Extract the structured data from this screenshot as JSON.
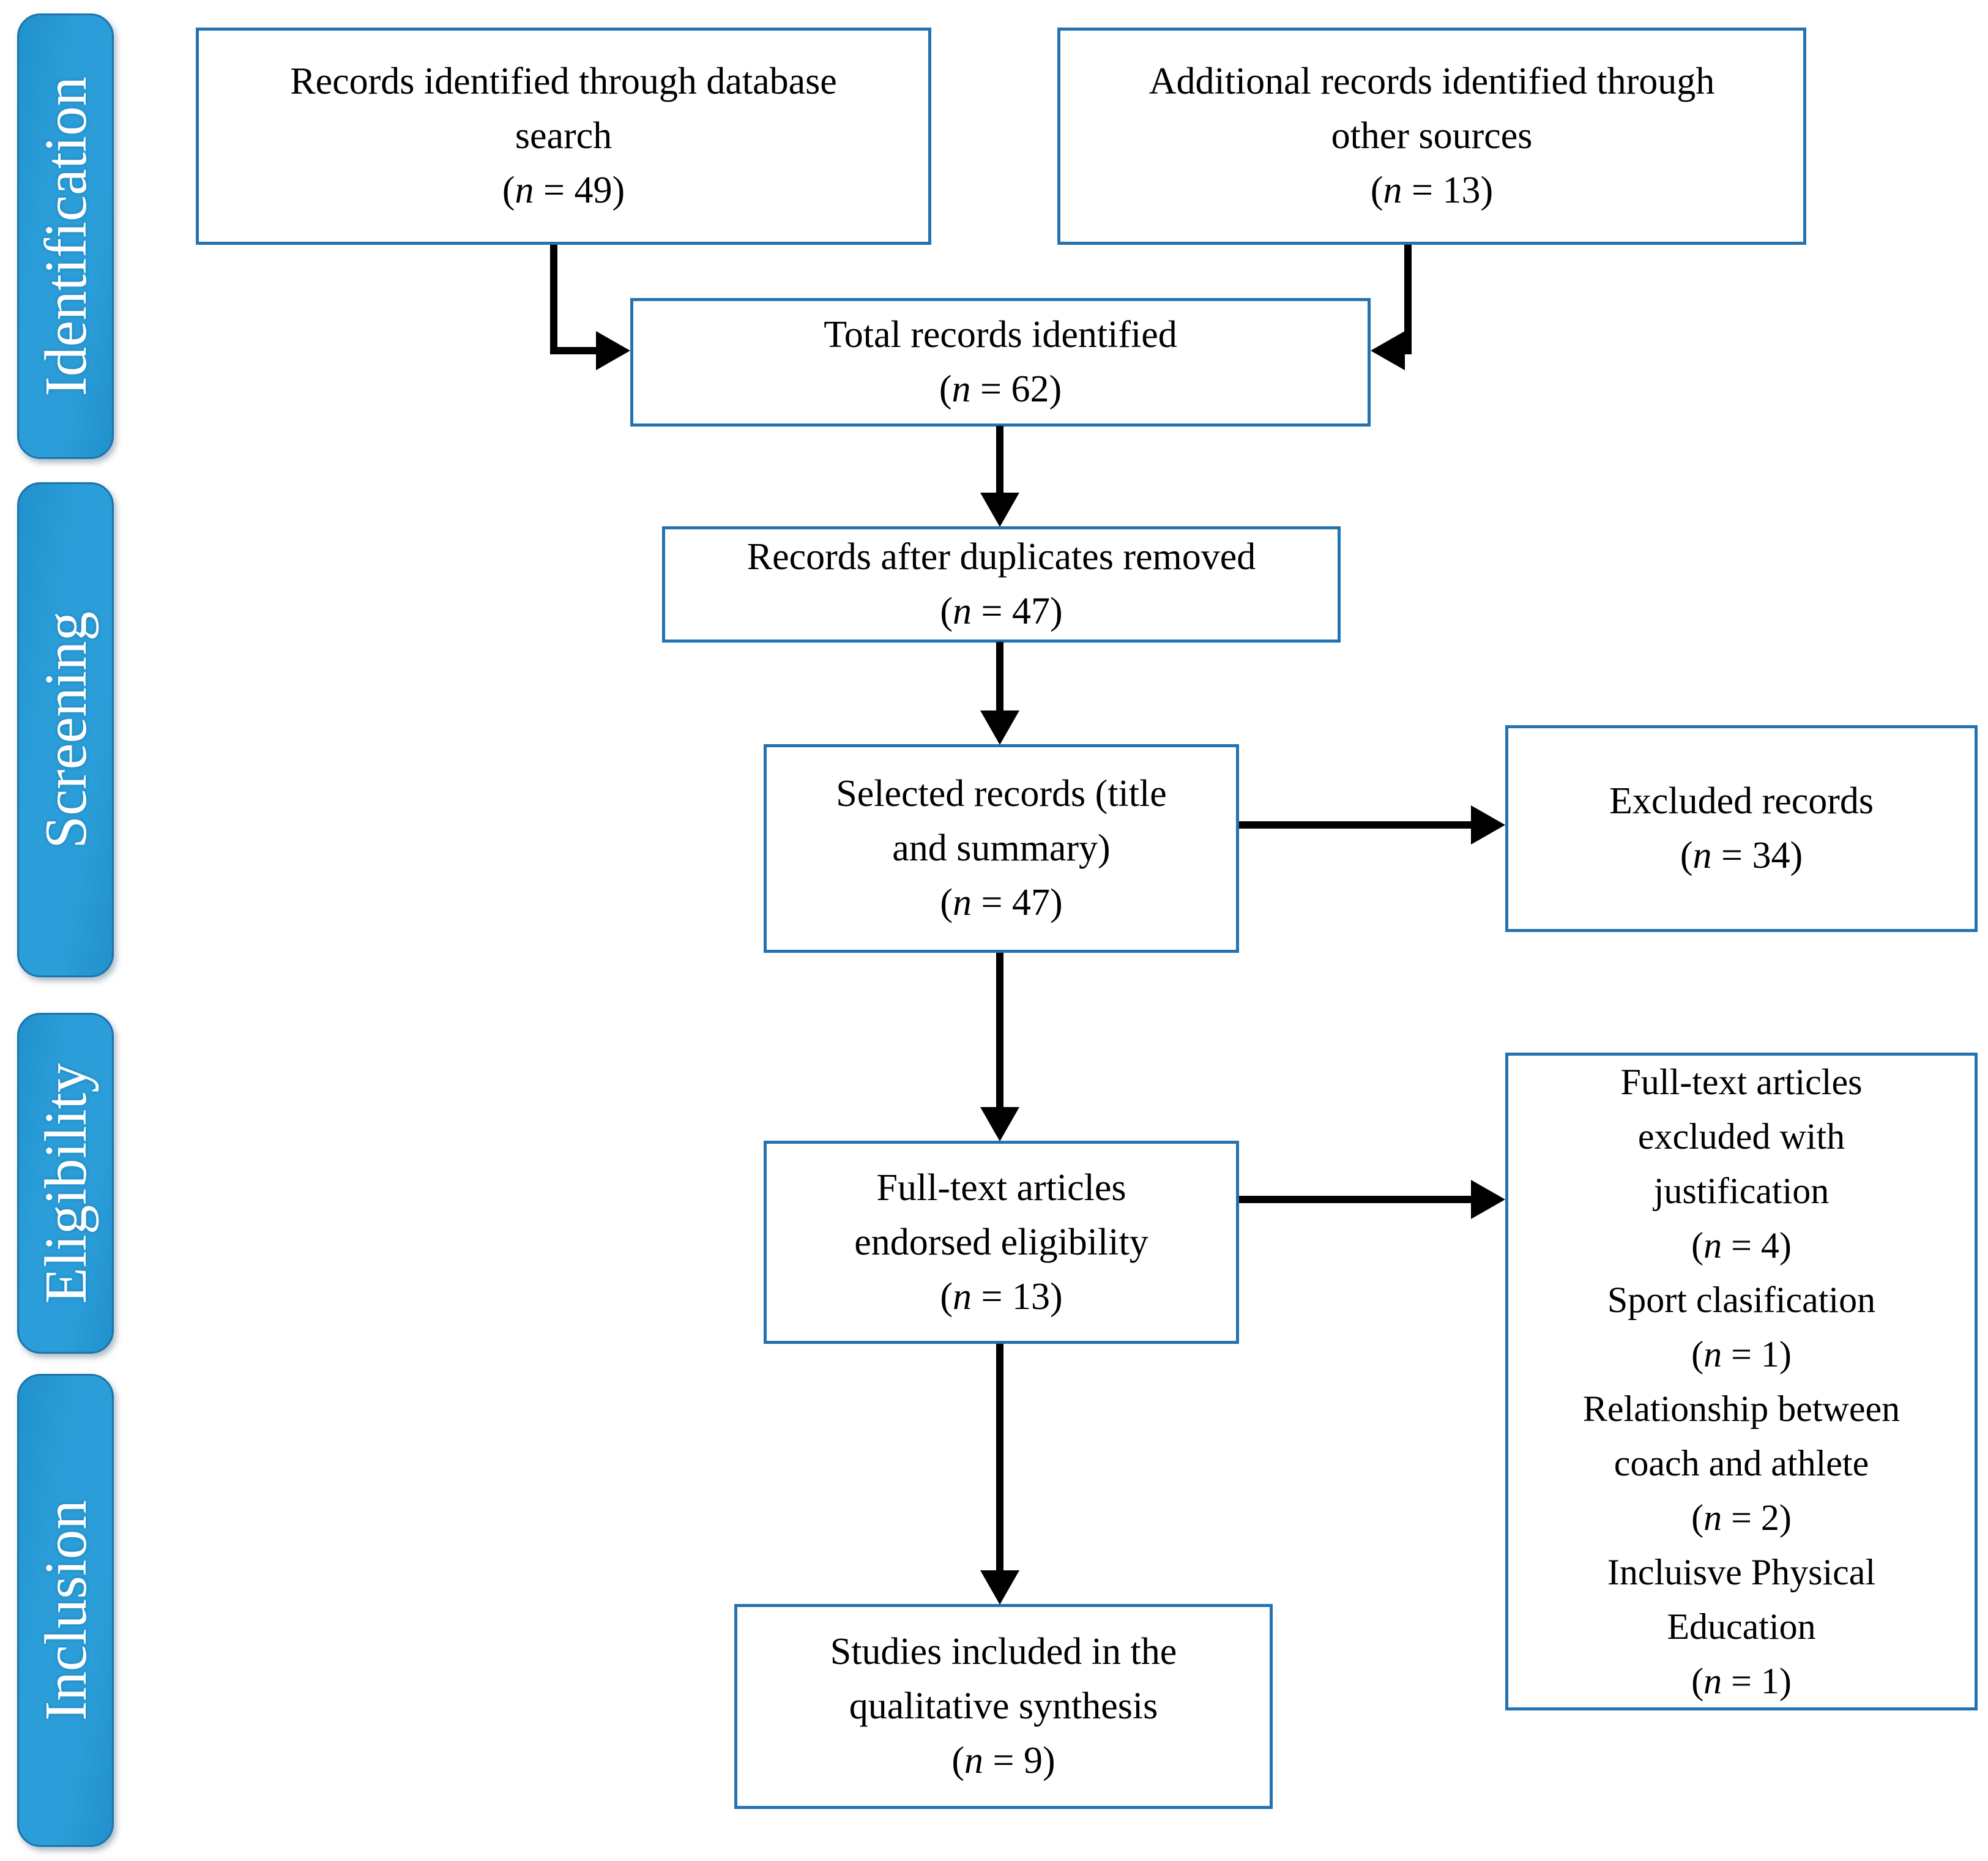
{
  "palette": {
    "background": "#FFFFFF",
    "stage_fill": "#2B9DD8",
    "stage_border": "#1C74AC",
    "stage_text": "#FFFFFF",
    "box_border": "#2373B3",
    "box_text": "#000000",
    "arrow": "#000000"
  },
  "stages": [
    {
      "label": "Identification"
    },
    {
      "label": "Screening"
    },
    {
      "label": "Eligibility"
    },
    {
      "label": "Inclusion"
    }
  ],
  "boxes": {
    "database": {
      "lines": [
        "Records identified through database",
        "search"
      ],
      "count": 49,
      "n": {
        "open": "(",
        "var": "n",
        "rest": " = 49)"
      }
    },
    "other_sources": {
      "lines": [
        "Additional records identified through",
        "other sources"
      ],
      "count": 13,
      "n": {
        "open": "(",
        "var": "n",
        "rest": " = 13)"
      }
    },
    "total": {
      "lines": [
        "Total records identified"
      ],
      "count": 62,
      "n": {
        "open": "(",
        "var": "n",
        "rest": " = 62)"
      }
    },
    "dedup": {
      "lines": [
        "Records after duplicates removed"
      ],
      "count": 47,
      "n": {
        "open": "(",
        "var": "n",
        "rest": " = 47)"
      }
    },
    "selected": {
      "lines": [
        "Selected records (title",
        "and summary)"
      ],
      "count": 47,
      "n": {
        "open": "(",
        "var": "n",
        "rest": " = 47)"
      }
    },
    "excluded": {
      "lines": [
        "Excluded records"
      ],
      "count": 34,
      "n": {
        "open": "(",
        "var": "n",
        "rest": " = 34)"
      }
    },
    "fulltext": {
      "lines": [
        "Full-text articles",
        "endorsed eligibility"
      ],
      "count": 13,
      "n": {
        "open": "(",
        "var": "n",
        "rest": " = 13)"
      }
    },
    "fulltext_excluded": {
      "segments": [
        {
          "lines": [
            "Full-text articles",
            "excluded with",
            "justification"
          ],
          "count": 4,
          "n": {
            "open": "(",
            "var": "n",
            "rest": " = 4)"
          }
        },
        {
          "lines": [
            "Sport clasification"
          ],
          "count": 1,
          "n": {
            "open": "(",
            "var": "n",
            "rest": " = 1)"
          }
        },
        {
          "lines": [
            "Relationship between",
            "coach and athlete"
          ],
          "count": 2,
          "n": {
            "open": "(",
            "var": "n",
            "rest": " = 2)"
          }
        },
        {
          "lines": [
            "Incluisve Physical",
            "Education"
          ],
          "count": 1,
          "n": {
            "open": "(",
            "var": "n",
            "rest": " = 1)"
          }
        }
      ]
    },
    "included": {
      "lines": [
        "Studies included in the",
        "qualitative synthesis"
      ],
      "count": 9,
      "n": {
        "open": "(",
        "var": "n",
        "rest": " = 9)"
      }
    }
  }
}
